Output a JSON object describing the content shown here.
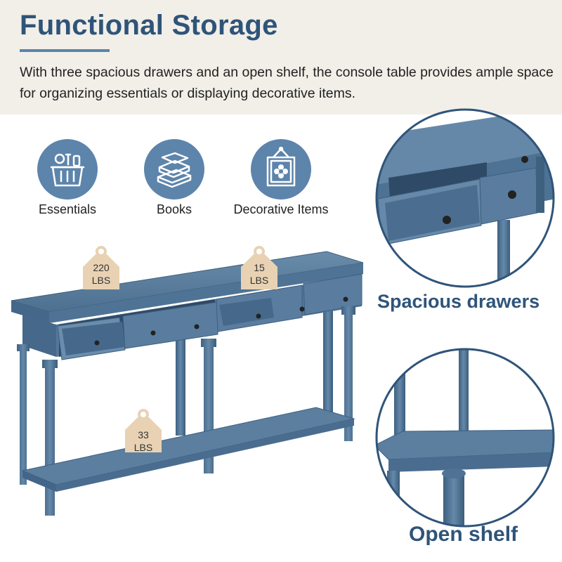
{
  "header": {
    "title": "Functional Storage",
    "description": "With three spacious drawers and an open shelf, the console table provides ample space for organizing essentials or displaying decorative items."
  },
  "features": [
    {
      "label": "Essentials",
      "icon": "basket-icon"
    },
    {
      "label": "Books",
      "icon": "books-icon"
    },
    {
      "label": "Decorative Items",
      "icon": "picture-frame-icon"
    }
  ],
  "weight_tags": [
    {
      "value": "220",
      "unit": "LBS"
    },
    {
      "value": "15",
      "unit": "LBS"
    },
    {
      "value": "33",
      "unit": "LBS"
    }
  ],
  "details": [
    {
      "label": "Spacious drawers"
    },
    {
      "label": "Open shelf"
    }
  ],
  "colors": {
    "accent": "#2f5479",
    "furniture": "#4f7395",
    "icon_bg": "#5d84ab",
    "tag": "#e8d2b3",
    "header_bg": "#f1efe8"
  }
}
